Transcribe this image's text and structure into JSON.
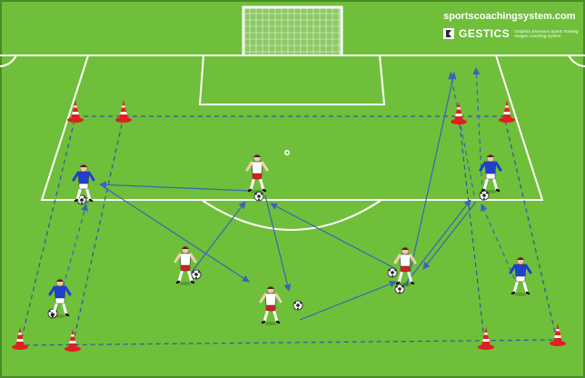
{
  "branding": {
    "url": "sportscoachingsystem.com",
    "name": "GESTICS",
    "tagline_1": "Graphics Exercises Sports Training",
    "tagline_2": "Images Coaching System"
  },
  "colors": {
    "grass": "#6fbf3a",
    "grass_light": "#7cca45",
    "lines": "#ffffff",
    "arrows": "#3d63b8",
    "drill_area": "#2e57a8",
    "cone": "#e02020",
    "team_blue": "#1f3fd0",
    "team_white": "#ffffff",
    "shorts_red": "#d81e1e"
  },
  "icons": [
    "soccer-goal-icon",
    "training-cone-icon",
    "soccer-ball-icon",
    "player-icon",
    "gestics-logo-icon"
  ],
  "players": [
    {
      "team": "blue",
      "pose": "dribbling"
    },
    {
      "team": "white",
      "pose": "passing"
    },
    {
      "team": "blue",
      "pose": "running"
    },
    {
      "team": "white",
      "pose": "running"
    },
    {
      "team": "white",
      "pose": "shooting"
    },
    {
      "team": "white",
      "pose": "dribbling"
    },
    {
      "team": "blue",
      "pose": "dribbling"
    },
    {
      "team": "blue",
      "pose": "standing"
    }
  ],
  "cone_count": 8,
  "ball_count": 8
}
